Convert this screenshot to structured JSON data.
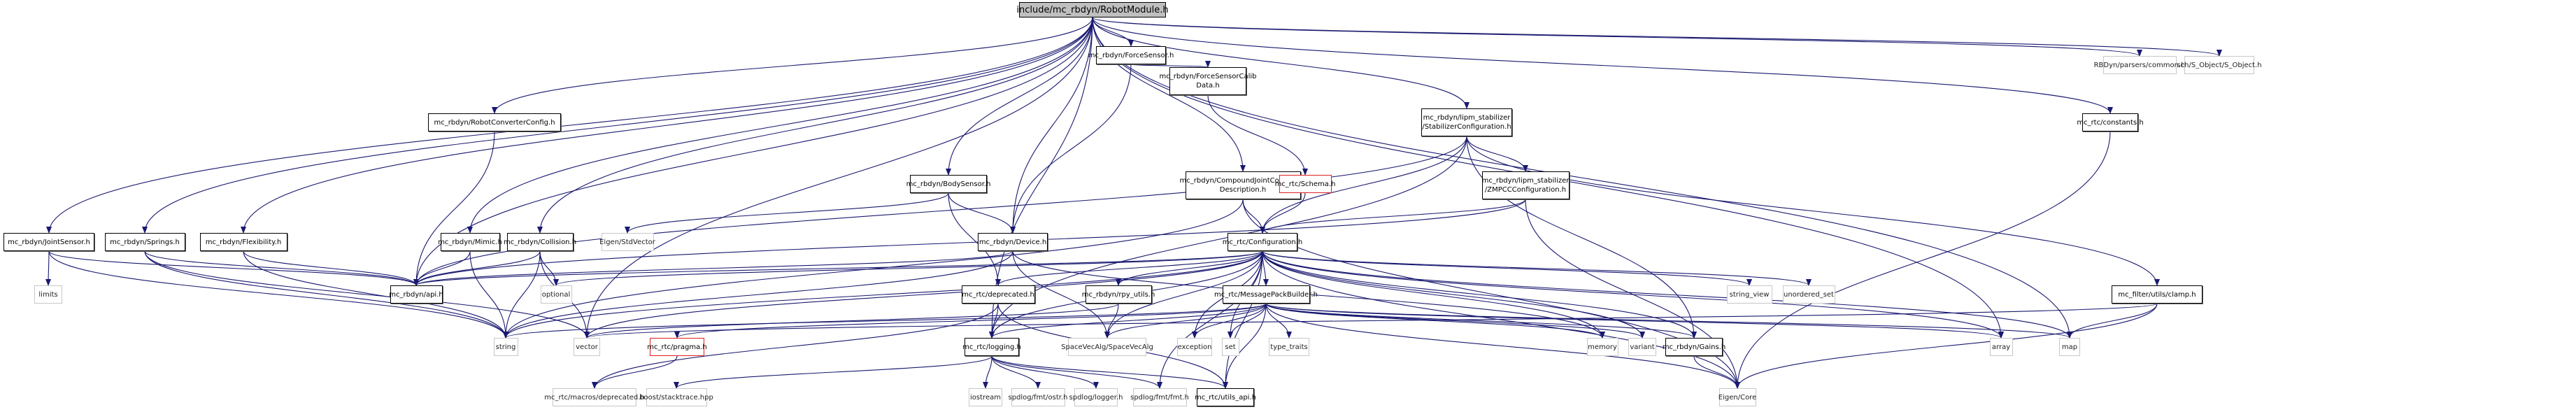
{
  "title": "include/mc_rbdyn/RobotModule.h",
  "colors": {
    "edge": "#191970",
    "root_fill": "#bfbfbf",
    "missing_border": "#e02020",
    "external_border": "#c8c8c8"
  },
  "nodes": [
    {
      "id": "root",
      "label": "include/mc_rbdyn/RobotModule.h",
      "kind": "root"
    },
    {
      "id": "ForceSensor",
      "label": "mc_rbdyn/ForceSensor.h",
      "kind": "doc"
    },
    {
      "id": "ForceSensorCalib",
      "label": "mc_rbdyn/ForceSensorCalib\nData.h",
      "kind": "doc"
    },
    {
      "id": "StabilizerConfig",
      "label": "mc_rbdyn/lipm_stabilizer\n/StabilizerConfiguration.h",
      "kind": "doc"
    },
    {
      "id": "RobotConverterConfig",
      "label": "mc_rbdyn/RobotConverterConfig.h",
      "kind": "doc"
    },
    {
      "id": "BodySensor",
      "label": "mc_rbdyn/BodySensor.h",
      "kind": "doc"
    },
    {
      "id": "CompoundJoint",
      "label": "mc_rbdyn/CompoundJointConstraint\nDescription.h",
      "kind": "doc"
    },
    {
      "id": "Schema",
      "label": "mc_rtc/Schema.h",
      "kind": "red"
    },
    {
      "id": "ZMPCC",
      "label": "mc_rbdyn/lipm_stabilizer\n/ZMPCCConfiguration.h",
      "kind": "doc"
    },
    {
      "id": "constants",
      "label": "mc_rtc/constants.h",
      "kind": "doc"
    },
    {
      "id": "RBDynCommon",
      "label": "RBDyn/parsers/common.h",
      "kind": "ext"
    },
    {
      "id": "SObject",
      "label": "sch/S_Object/S_Object.h",
      "kind": "ext"
    },
    {
      "id": "JointSensor",
      "label": "mc_rbdyn/JointSensor.h",
      "kind": "doc"
    },
    {
      "id": "Springs",
      "label": "mc_rbdyn/Springs.h",
      "kind": "doc"
    },
    {
      "id": "Flexibility",
      "label": "mc_rbdyn/Flexibility.h",
      "kind": "doc"
    },
    {
      "id": "Mimic",
      "label": "mc_rbdyn/Mimic.h",
      "kind": "doc"
    },
    {
      "id": "Collision",
      "label": "mc_rbdyn/Collision.h",
      "kind": "doc"
    },
    {
      "id": "EigenStdVector",
      "label": "Eigen/StdVector",
      "kind": "ext"
    },
    {
      "id": "Device",
      "label": "mc_rbdyn/Device.h",
      "kind": "doc"
    },
    {
      "id": "Configuration",
      "label": "mc_rtc/Configuration.h",
      "kind": "doc"
    },
    {
      "id": "limits",
      "label": "limits",
      "kind": "ext"
    },
    {
      "id": "api",
      "label": "mc_rbdyn/api.h",
      "kind": "doc"
    },
    {
      "id": "optional",
      "label": "optional",
      "kind": "ext"
    },
    {
      "id": "deprecated",
      "label": "mc_rtc/deprecated.h",
      "kind": "doc"
    },
    {
      "id": "rpy",
      "label": "mc_rbdyn/rpy_utils.h",
      "kind": "doc"
    },
    {
      "id": "MsgPack",
      "label": "mc_rtc/MessagePackBuilder.h",
      "kind": "doc"
    },
    {
      "id": "string_view",
      "label": "string_view",
      "kind": "ext"
    },
    {
      "id": "unordered_set",
      "label": "unordered_set",
      "kind": "ext"
    },
    {
      "id": "clamp",
      "label": "mc_filter/utils/clamp.h",
      "kind": "doc"
    },
    {
      "id": "string",
      "label": "string",
      "kind": "ext"
    },
    {
      "id": "vector",
      "label": "vector",
      "kind": "ext"
    },
    {
      "id": "pragma",
      "label": "mc_rtc/pragma.h",
      "kind": "red"
    },
    {
      "id": "logging",
      "label": "mc_rtc/logging.h",
      "kind": "doc"
    },
    {
      "id": "SpaceVecAlg",
      "label": "SpaceVecAlg/SpaceVecAlg",
      "kind": "ext"
    },
    {
      "id": "exception",
      "label": "exception",
      "kind": "ext"
    },
    {
      "id": "set",
      "label": "set",
      "kind": "ext"
    },
    {
      "id": "type_traits",
      "label": "type_traits",
      "kind": "ext"
    },
    {
      "id": "memory",
      "label": "memory",
      "kind": "ext"
    },
    {
      "id": "variant",
      "label": "variant",
      "kind": "ext"
    },
    {
      "id": "Gains",
      "label": "mc_rbdyn/Gains.h",
      "kind": "doc"
    },
    {
      "id": "array",
      "label": "array",
      "kind": "ext"
    },
    {
      "id": "map",
      "label": "map",
      "kind": "ext"
    },
    {
      "id": "macros_deprecated",
      "label": "mc_rtc/macros/deprecated.h",
      "kind": "ext"
    },
    {
      "id": "stacktrace",
      "label": "boost/stacktrace.hpp",
      "kind": "ext"
    },
    {
      "id": "iostream",
      "label": "iostream",
      "kind": "ext"
    },
    {
      "id": "ostr",
      "label": "spdlog/fmt/ostr.h",
      "kind": "ext"
    },
    {
      "id": "logger",
      "label": "spdlog/logger.h",
      "kind": "ext"
    },
    {
      "id": "fmt",
      "label": "spdlog/fmt/fmt.h",
      "kind": "ext"
    },
    {
      "id": "utils_api",
      "label": "mc_rtc/utils_api.h",
      "kind": "doc"
    },
    {
      "id": "EigenCore",
      "label": "Eigen/Core",
      "kind": "ext"
    }
  ],
  "edges": [
    [
      "root",
      "ForceSensor"
    ],
    [
      "root",
      "StabilizerConfig"
    ],
    [
      "root",
      "RobotConverterConfig"
    ],
    [
      "root",
      "BodySensor"
    ],
    [
      "root",
      "CompoundJoint"
    ],
    [
      "root",
      "constants"
    ],
    [
      "root",
      "RBDynCommon"
    ],
    [
      "root",
      "SObject"
    ],
    [
      "root",
      "JointSensor"
    ],
    [
      "root",
      "Springs"
    ],
    [
      "root",
      "Flexibility"
    ],
    [
      "root",
      "Mimic"
    ],
    [
      "root",
      "Collision"
    ],
    [
      "root",
      "Device"
    ],
    [
      "root",
      "api"
    ],
    [
      "root",
      "vector"
    ],
    [
      "root",
      "array"
    ],
    [
      "root",
      "map"
    ],
    [
      "root",
      "logging"
    ],
    [
      "ForceSensor",
      "ForceSensorCalib"
    ],
    [
      "ForceSensor",
      "Device"
    ],
    [
      "ForceSensorCalib",
      "Schema"
    ],
    [
      "StabilizerConfig",
      "ZMPCC"
    ],
    [
      "StabilizerConfig",
      "Configuration"
    ],
    [
      "StabilizerConfig",
      "api"
    ],
    [
      "StabilizerConfig",
      "clamp"
    ],
    [
      "StabilizerConfig",
      "Gains"
    ],
    [
      "StabilizerConfig",
      "logging"
    ],
    [
      "RobotConverterConfig",
      "api"
    ],
    [
      "BodySensor",
      "EigenStdVector"
    ],
    [
      "BodySensor",
      "Device"
    ],
    [
      "BodySensor",
      "deprecated"
    ],
    [
      "CompoundJoint",
      "Configuration"
    ],
    [
      "CompoundJoint",
      "string"
    ],
    [
      "CompoundJoint",
      "EigenCore"
    ],
    [
      "Schema",
      "Configuration"
    ],
    [
      "ZMPCC",
      "Configuration"
    ],
    [
      "ZMPCC",
      "api"
    ],
    [
      "ZMPCC",
      "EigenCore"
    ],
    [
      "constants",
      "EigenCore"
    ],
    [
      "JointSensor",
      "limits"
    ],
    [
      "JointSensor",
      "api"
    ],
    [
      "JointSensor",
      "string"
    ],
    [
      "Springs",
      "api"
    ],
    [
      "Springs",
      "string"
    ],
    [
      "Springs",
      "vector"
    ],
    [
      "Flexibility",
      "api"
    ],
    [
      "Flexibility",
      "string"
    ],
    [
      "Mimic",
      "api"
    ],
    [
      "Mimic",
      "string"
    ],
    [
      "Collision",
      "api"
    ],
    [
      "Collision",
      "optional"
    ],
    [
      "Collision",
      "string"
    ],
    [
      "Collision",
      "vector"
    ],
    [
      "Device",
      "api"
    ],
    [
      "Device",
      "SpaceVecAlg"
    ],
    [
      "Device",
      "memory"
    ],
    [
      "Device",
      "string"
    ],
    [
      "Configuration",
      "api"
    ],
    [
      "Configuration",
      "optional"
    ],
    [
      "Configuration",
      "deprecated"
    ],
    [
      "Configuration",
      "rpy"
    ],
    [
      "Configuration",
      "MsgPack"
    ],
    [
      "Configuration",
      "string_view"
    ],
    [
      "Configuration",
      "unordered_set"
    ],
    [
      "Configuration",
      "string"
    ],
    [
      "Configuration",
      "vector"
    ],
    [
      "Configuration",
      "logging"
    ],
    [
      "Configuration",
      "SpaceVecAlg"
    ],
    [
      "Configuration",
      "exception"
    ],
    [
      "Configuration",
      "set"
    ],
    [
      "Configuration",
      "memory"
    ],
    [
      "Configuration",
      "variant"
    ],
    [
      "Configuration",
      "Gains"
    ],
    [
      "Configuration",
      "array"
    ],
    [
      "Configuration",
      "map"
    ],
    [
      "Configuration",
      "fmt"
    ],
    [
      "Configuration",
      "EigenCore"
    ],
    [
      "Configuration",
      "utils_api"
    ],
    [
      "deprecated",
      "logging"
    ],
    [
      "deprecated",
      "macros_deprecated"
    ],
    [
      "deprecated",
      "utils_api"
    ],
    [
      "rpy",
      "SpaceVecAlg"
    ],
    [
      "rpy",
      "vector"
    ],
    [
      "MsgPack",
      "string"
    ],
    [
      "MsgPack",
      "pragma"
    ],
    [
      "MsgPack",
      "logging"
    ],
    [
      "MsgPack",
      "SpaceVecAlg"
    ],
    [
      "MsgPack",
      "exception"
    ],
    [
      "MsgPack",
      "set"
    ],
    [
      "MsgPack",
      "type_traits"
    ],
    [
      "MsgPack",
      "memory"
    ],
    [
      "MsgPack",
      "variant"
    ],
    [
      "MsgPack",
      "Gains"
    ],
    [
      "MsgPack",
      "array"
    ],
    [
      "MsgPack",
      "map"
    ],
    [
      "MsgPack",
      "EigenCore"
    ],
    [
      "MsgPack",
      "utils_api"
    ],
    [
      "clamp",
      "map"
    ],
    [
      "clamp",
      "EigenCore"
    ],
    [
      "clamp",
      "vector"
    ],
    [
      "pragma",
      "macros_deprecated"
    ],
    [
      "logging",
      "stacktrace"
    ],
    [
      "logging",
      "iostream"
    ],
    [
      "logging",
      "ostr"
    ],
    [
      "logging",
      "logger"
    ],
    [
      "logging",
      "fmt"
    ],
    [
      "logging",
      "utils_api"
    ],
    [
      "Gains",
      "EigenCore"
    ]
  ]
}
